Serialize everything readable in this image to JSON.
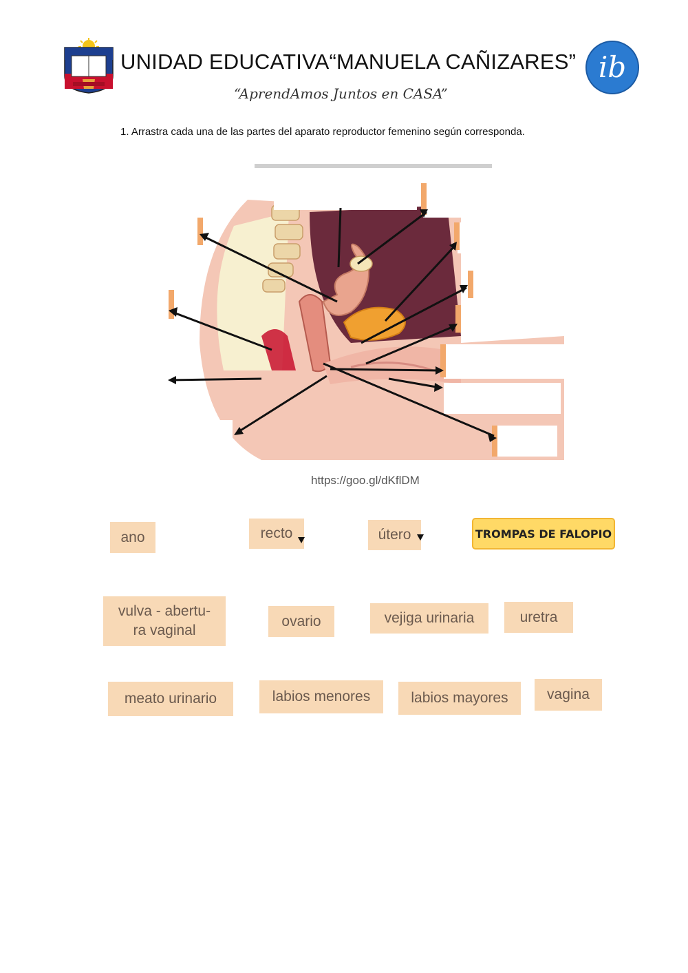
{
  "header": {
    "school_name": "UNIDAD EDUCATIVA“MANUELA CAÑIZARES”",
    "motto": "“AprendAmos Juntos en CASA”",
    "ib_logo_text": "ib"
  },
  "instruction": "1. Arrastra cada una de las partes del aparato reproductor femenino según corresponda.",
  "diagram": {
    "icon": "female-reproductive-system-diagram",
    "source_url": "https://goo.gl/dKflDM"
  },
  "word_bank": [
    {
      "label": "ano"
    },
    {
      "label": "recto"
    },
    {
      "label": "útero"
    },
    {
      "label": "TROMPAS DE FALOPIO"
    },
    {
      "label": "vulva - abertu-\nra vaginal"
    },
    {
      "label": "ovario"
    },
    {
      "label": "vejiga urinaria"
    },
    {
      "label": "uretra"
    },
    {
      "label": "meato urinario"
    },
    {
      "label": "labios menores"
    },
    {
      "label": "labios mayores"
    },
    {
      "label": "vagina"
    }
  ],
  "colors": {
    "word_bg": "#f8d9b6",
    "highlight_bg": "#ffd966",
    "tissue": "#e9a48e",
    "cavity": "#6b2a3c"
  }
}
